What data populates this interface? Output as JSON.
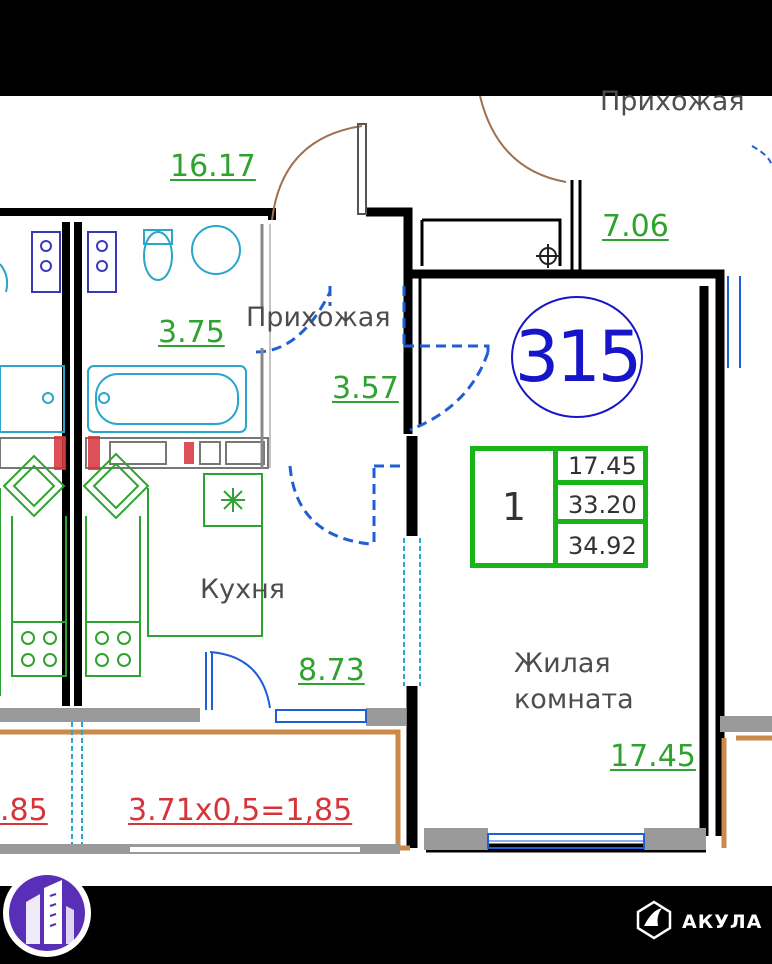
{
  "apartment": {
    "number": "315",
    "rooms": "1",
    "living_area": "17.45",
    "total_area": "33.20",
    "total_area_with_balcony": "34.92"
  },
  "rooms": {
    "hallway_top_label": "Прихожая",
    "hallway_label": "Прихожая",
    "kitchen_label": "Кухня",
    "living_label_line1": "Жилая",
    "living_label_line2": "комната"
  },
  "areas": {
    "area_top_left": "16.17",
    "area_top_right": "7.06",
    "bathroom": "3.75",
    "hallway": "3.57",
    "kitchen": "8.73",
    "living": "17.45"
  },
  "balcony": {
    "formula": "3.71x0,5=1,85",
    "partial_left": ".85"
  },
  "branding": {
    "agency": "АКУЛА"
  },
  "colors": {
    "wall": "#000000",
    "area_text": "#2fa32f",
    "balcony_text": "#d6333a",
    "apt_circle": "#1616c8",
    "info_box": "#18b418",
    "fixture": "#3a3ab8",
    "door_blue": "#1f5fd6",
    "balcony_rail": "#c98a4a"
  }
}
